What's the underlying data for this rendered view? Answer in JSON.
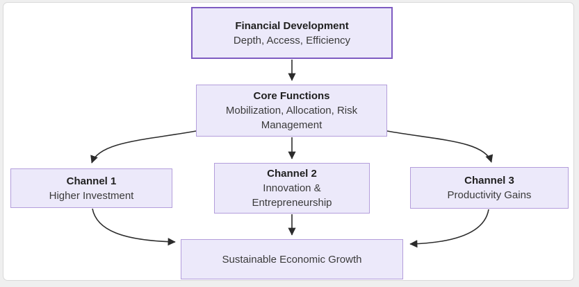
{
  "diagram": {
    "kind": "flowchart",
    "nodes": {
      "financial_development": {
        "title": "Financial Development",
        "subtitle": "Depth, Access, Efficiency"
      },
      "core_functions": {
        "title": "Core Functions",
        "subtitle": "Mobilization, Allocation, Risk Management"
      },
      "channel1": {
        "title": "Channel 1",
        "subtitle": "Higher Investment"
      },
      "channel2": {
        "title": "Channel 2",
        "subtitle": "Innovation & Entrepreneurship"
      },
      "channel3": {
        "title": "Channel 3",
        "subtitle": "Productivity Gains"
      },
      "growth": {
        "title": "Sustainable Economic Growth"
      }
    },
    "edges": [
      {
        "from": "financial_development",
        "to": "core_functions"
      },
      {
        "from": "core_functions",
        "to": "channel1"
      },
      {
        "from": "core_functions",
        "to": "channel2"
      },
      {
        "from": "core_functions",
        "to": "channel3"
      },
      {
        "from": "channel1",
        "to": "growth"
      },
      {
        "from": "channel2",
        "to": "growth"
      },
      {
        "from": "channel3",
        "to": "growth"
      }
    ],
    "colors": {
      "node_fill": "#ece9fa",
      "node_border": "#b39ddb",
      "primary_node_border": "#7e5bc1",
      "edge": "#2b2b2b",
      "title_text": "#1f1f1f",
      "subtitle_text": "#3a3a3a",
      "card_border": "#d9d9d9",
      "card_background": "#ffffff"
    }
  }
}
